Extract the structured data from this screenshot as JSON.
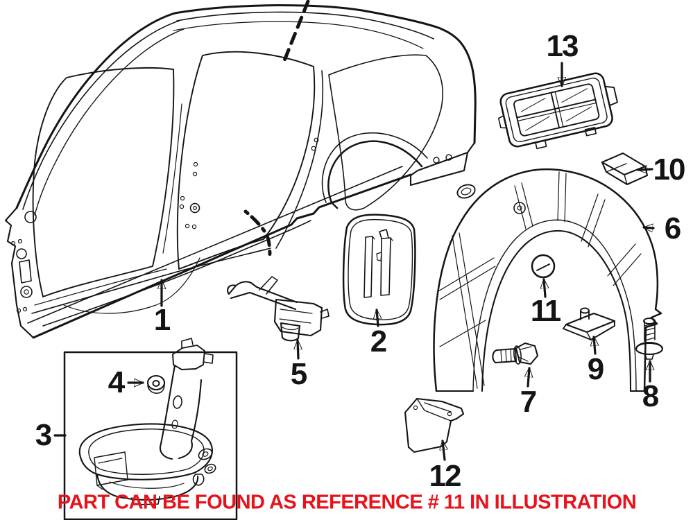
{
  "colors": {
    "line": "#141414",
    "accent": "#e8121a",
    "background": "#ffffff"
  },
  "note": {
    "text": "PART CAN BE FOUND AS REFERENCE # 11 IN ILLUSTRATION"
  },
  "callouts": [
    {
      "number": "1"
    },
    {
      "number": "2"
    },
    {
      "number": "3"
    },
    {
      "number": "4"
    },
    {
      "number": "5"
    },
    {
      "number": "6"
    },
    {
      "number": "7"
    },
    {
      "number": "8"
    },
    {
      "number": "9"
    },
    {
      "number": "10"
    },
    {
      "number": "11"
    },
    {
      "number": "12"
    },
    {
      "number": "13"
    }
  ]
}
